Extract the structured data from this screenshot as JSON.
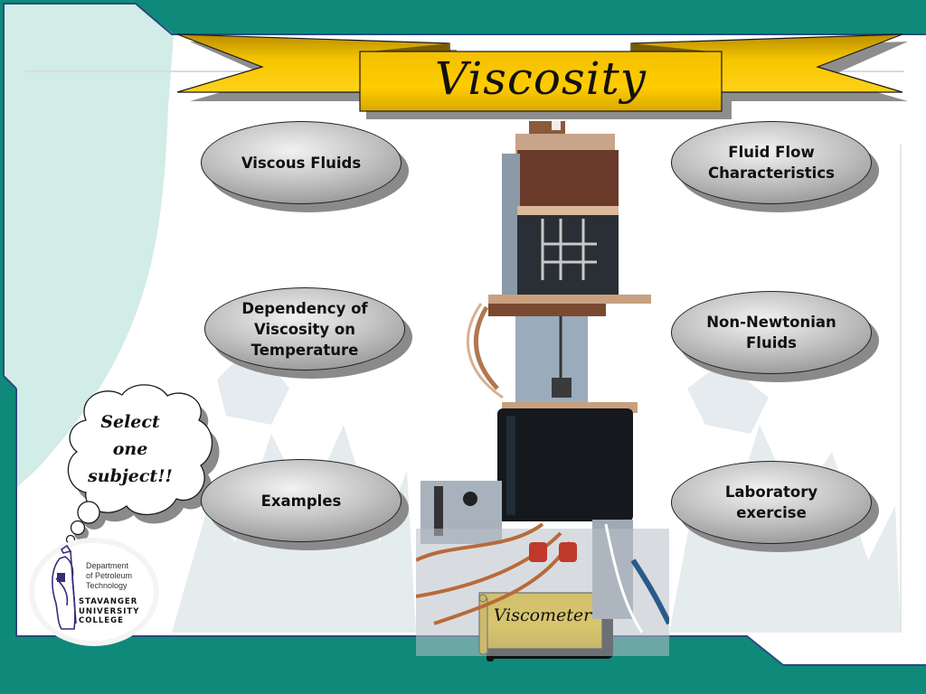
{
  "slide": {
    "title": "Viscosity",
    "colors": {
      "frame_teal": "#0f8a7a",
      "frame_border": "#2a4a80",
      "pale_teal": "#d2ece8",
      "banner_gold": "#f7c600",
      "banner_dark": "#c79a00",
      "oval_gray": "#b5b5b5"
    }
  },
  "menu": {
    "items": [
      {
        "id": "viscous-fluids",
        "label": "Viscous Fluids"
      },
      {
        "id": "fluid-flow",
        "label": "Fluid Flow\nCharacteristics"
      },
      {
        "id": "dependency-temperature",
        "label": "Dependency of\nViscosity on\nTemperature"
      },
      {
        "id": "non-newtonian",
        "label": "Non-Newtonian\nFluids"
      },
      {
        "id": "examples",
        "label": "Examples"
      },
      {
        "id": "laboratory-exercise",
        "label": "Laboratory\nexercise"
      }
    ]
  },
  "thought_bubble": {
    "line1": "Select",
    "line2": "one",
    "line3": "subject!!"
  },
  "photo": {
    "caption": "Viscometer",
    "icon": "viscometer-photo"
  },
  "logo": {
    "dept_line1": "Department",
    "dept_line2": "of Petroleum",
    "dept_line3": "Technology",
    "school_line1": "STAVANGER",
    "school_line2": "UNIVERSITY",
    "school_line3": "COLLEGE"
  }
}
